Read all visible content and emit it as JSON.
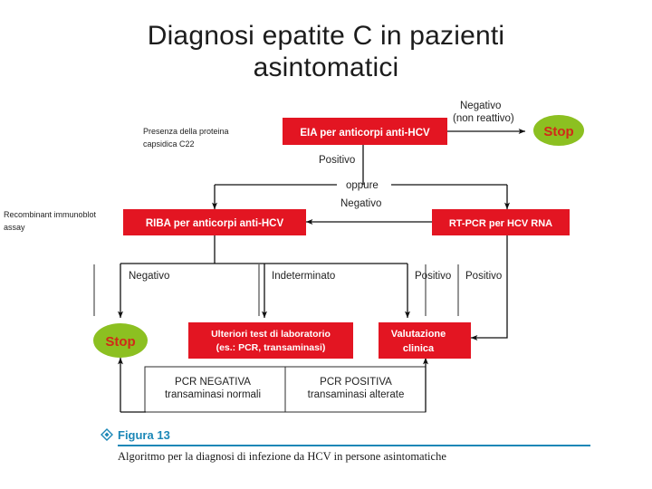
{
  "slide": {
    "title_line1": "Diagnosi epatite C in pazienti",
    "title_line2": "asintomatici"
  },
  "annotations": {
    "capsid_note_line1": "Presenza della proteina",
    "capsid_note_line2": "capsidica C22",
    "riba_note_line1": "Recombinant immunoblot",
    "riba_note_line2": "assay"
  },
  "caption": {
    "figure_label": "Figura 13",
    "text": "Algoritmo per la diagnosi di infezione da HCV in persone asintomatiche",
    "accent_color": "#1b87b7",
    "icon": "diamond-icon"
  },
  "colors": {
    "box_red": "#e31522",
    "stop_green": "#8cc021",
    "stop_text_red": "#d12a18",
    "connector": "#111111",
    "caption_accent": "#1b87b7"
  },
  "chart_data": {
    "type": "diagram",
    "title": "Algoritmo per la diagnosi di infezione da HCV in persone asintomatiche",
    "nodes": [
      {
        "id": "eia",
        "label": "EIA per anticorpi anti-HCV",
        "shape": "rect",
        "color": "#e31522",
        "text_color": "#ffffff"
      },
      {
        "id": "stop_top",
        "label": "Stop",
        "shape": "ellipse",
        "color": "#8cc021",
        "text_color": "#d12a18"
      },
      {
        "id": "riba",
        "label": "RIBA per anticorpi anti-HCV",
        "shape": "rect",
        "color": "#e31522",
        "text_color": "#ffffff"
      },
      {
        "id": "rtpcr",
        "label": "RT-PCR per HCV RNA",
        "shape": "rect",
        "color": "#e31522",
        "text_color": "#ffffff"
      },
      {
        "id": "stop_bot",
        "label": "Stop",
        "shape": "ellipse",
        "color": "#8cc021",
        "text_color": "#d12a18"
      },
      {
        "id": "ulteriori",
        "label": "Ulteriori test di laboratorio (es.: PCR, transaminasi)",
        "shape": "rect",
        "color": "#e31522",
        "text_color": "#ffffff"
      },
      {
        "id": "valutaz",
        "label": "Valutazione clinica",
        "shape": "rect",
        "color": "#e31522",
        "text_color": "#ffffff"
      },
      {
        "id": "pcr_neg",
        "label": "PCR NEGATIVA transaminasi normali",
        "shape": "plain",
        "color": "#ffffff",
        "text_color": "#1a1a1a"
      },
      {
        "id": "pcr_pos",
        "label": "PCR POSITIVA transaminasi alterate",
        "shape": "plain",
        "color": "#ffffff",
        "text_color": "#1a1a1a"
      }
    ],
    "edges": [
      {
        "from": "eia",
        "to": "stop_top",
        "label": "Negativo (non reattivo)"
      },
      {
        "from": "eia",
        "to": "oppure",
        "label": "Positivo"
      },
      {
        "from": "oppure",
        "to": "riba",
        "label": ""
      },
      {
        "from": "oppure",
        "to": "rtpcr",
        "label": ""
      },
      {
        "from": "rtpcr",
        "to": "riba",
        "label": "Negativo"
      },
      {
        "from": "riba",
        "to": "stop_bot",
        "label": "Negativo"
      },
      {
        "from": "riba",
        "to": "ulteriori",
        "label": "Indeterminato"
      },
      {
        "from": "riba",
        "to": "valutaz",
        "label": "Positivo"
      },
      {
        "from": "rtpcr",
        "to": "valutaz",
        "label": "Positivo"
      },
      {
        "from": "pcr_neg",
        "to": "stop_bot",
        "label": ""
      },
      {
        "from": "pcr_pos",
        "to": "valutaz",
        "label": ""
      }
    ]
  },
  "boxes": {
    "eia": "EIA per anticorpi anti-HCV",
    "riba": "RIBA per anticorpi anti-HCV",
    "rtpcr": "RT-PCR per HCV RNA",
    "ulteriori_line1": "Ulteriori test di laboratorio",
    "ulteriori_line2": "(es.: PCR, transaminasi)",
    "valutazione_line1": "Valutazione",
    "valutazione_line2": "clinica",
    "stop_top": "Stop",
    "stop_bottom": "Stop"
  },
  "edge_labels": {
    "negativo_non_reattivo_line1": "Negativo",
    "negativo_non_reattivo_line2": "(non reattivo)",
    "positivo_eia": "Positivo",
    "oppure": "oppure",
    "negativo_rtpcr": "Negativo",
    "riba_negativo": "Negativo",
    "riba_indeterminato": "Indeterminato",
    "riba_positivo": "Positivo",
    "rtpcr_positivo": "Positivo"
  },
  "outcomes": {
    "pcr_negativa_line1": "PCR NEGATIVA",
    "pcr_negativa_line2": "transaminasi normali",
    "pcr_positiva_line1": "PCR POSITIVA",
    "pcr_positiva_line2": "transaminasi alterate"
  }
}
